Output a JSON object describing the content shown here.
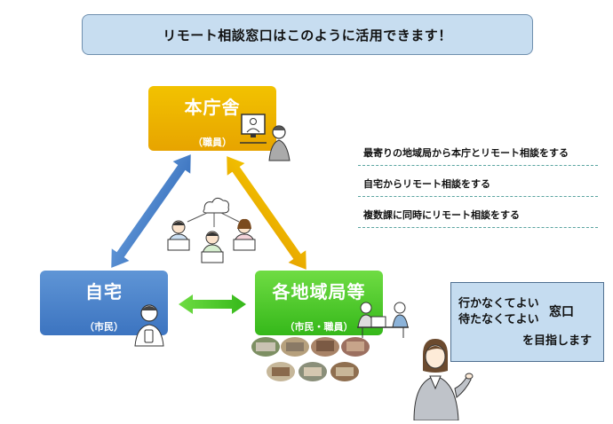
{
  "title": "リモート相談窓口はこのように活用できます！",
  "nodes": {
    "honchosha": {
      "name": "本庁舎",
      "sub": "（職員）"
    },
    "jitaku": {
      "name": "自宅",
      "sub": "（市民）"
    },
    "chiiki": {
      "name": "各地域局等",
      "sub": "（市民・職員）"
    }
  },
  "bullets": [
    "最寄りの地域局から本庁とリモート相談をする",
    "自宅からリモート相談をする",
    "複数課に同時にリモート相談をする"
  ],
  "callout": {
    "line1": "行かなくてよい",
    "line2": "待たなくてよい",
    "line3": "窓口",
    "line4": "を目指します"
  },
  "colors": {
    "title_bg": "#c7ddf0",
    "honchosha": "#efb300",
    "jitaku": "#4a84cc",
    "chiiki": "#4ccc2a",
    "arrow_blue": "#4a84cc",
    "arrow_yellow": "#efb300",
    "arrow_green": "#4ccc2a"
  }
}
